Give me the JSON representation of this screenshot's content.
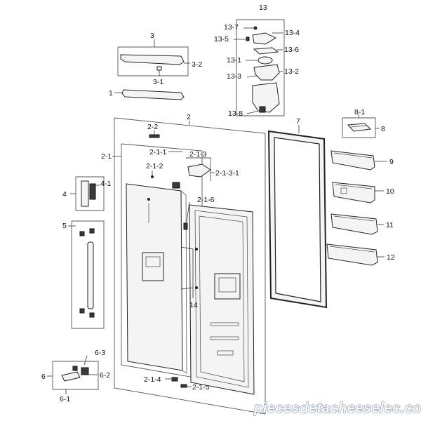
{
  "diagram": {
    "labels": {
      "l13": "13",
      "l13_7": "13-7",
      "l13_4": "13-4",
      "l13_5": "13-5",
      "l13_6": "13-6",
      "l13_1": "13-1",
      "l13_3": "13-3",
      "l13_2": "13-2",
      "l13_8": "13-8",
      "l3": "3",
      "l3_2": "3-2",
      "l3_1": "3-1",
      "l1": "1",
      "l2": "2",
      "l2_2": "2-2",
      "l2_1": "2-1",
      "l2_1_1": "2-1-1",
      "l2_1_2": "2-1-2",
      "l2_1_3": "2-1-3",
      "l2_1_3_1": "2-1-3-1",
      "l2_1_6": "2-1-6",
      "l2_1_4": "2-1-4",
      "l2_1_5": "2-1-5",
      "l4": "4",
      "l4_1": "4-1",
      "l5": "5",
      "l6": "6",
      "l6_1": "6-1",
      "l6_2": "6-2",
      "l6_3": "6-3",
      "l7": "7",
      "l8": "8",
      "l8_1": "8-1",
      "l9": "9",
      "l10": "10",
      "l11": "11",
      "l12": "12",
      "l14": "14"
    },
    "watermark": "piecesdetacheeselec.com"
  }
}
